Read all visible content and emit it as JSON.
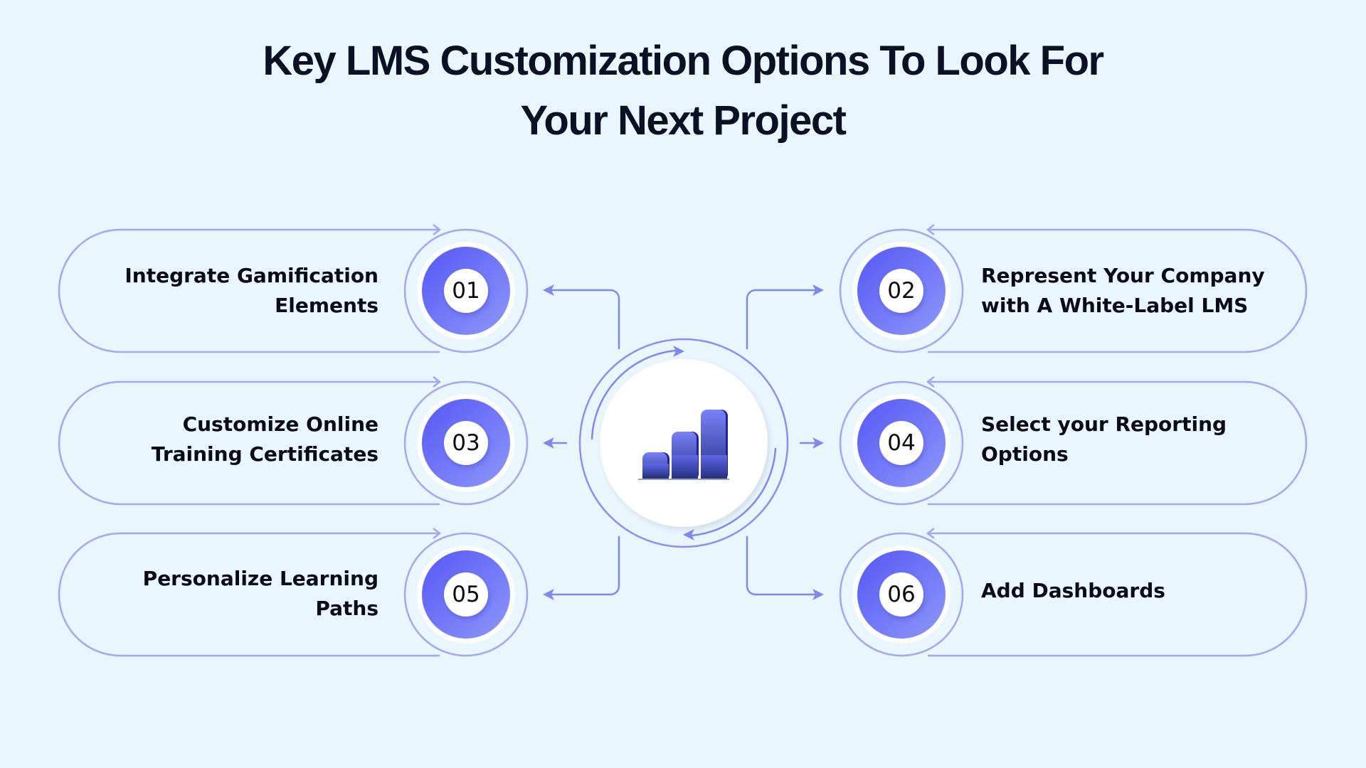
{
  "title": {
    "line1": "Key LMS Customization Options To Look For",
    "line2": "Your Next Project"
  },
  "colors": {
    "background": "#e9f6fe",
    "outline": "#9ea4f2",
    "connector": "#8088f0",
    "badge_gradient_start": "#5a5ef6",
    "badge_gradient_end": "#8c95f9",
    "title": "#0c1024"
  },
  "center": {
    "icon": "bar-chart-icon"
  },
  "items": [
    {
      "number": "01",
      "side": "left",
      "line1": "Integrate Gamification",
      "line2": "Elements"
    },
    {
      "number": "02",
      "side": "right",
      "line1": "Represent Your Company",
      "line2": "with A White-Label LMS"
    },
    {
      "number": "03",
      "side": "left",
      "line1": "Customize Online",
      "line2": "Training Certificates"
    },
    {
      "number": "04",
      "side": "right",
      "line1": "Select your Reporting",
      "line2": "Options"
    },
    {
      "number": "05",
      "side": "left",
      "line1": "Personalize Learning",
      "line2": "Paths"
    },
    {
      "number": "06",
      "side": "right",
      "line1": "Add Dashboards",
      "line2": ""
    }
  ]
}
